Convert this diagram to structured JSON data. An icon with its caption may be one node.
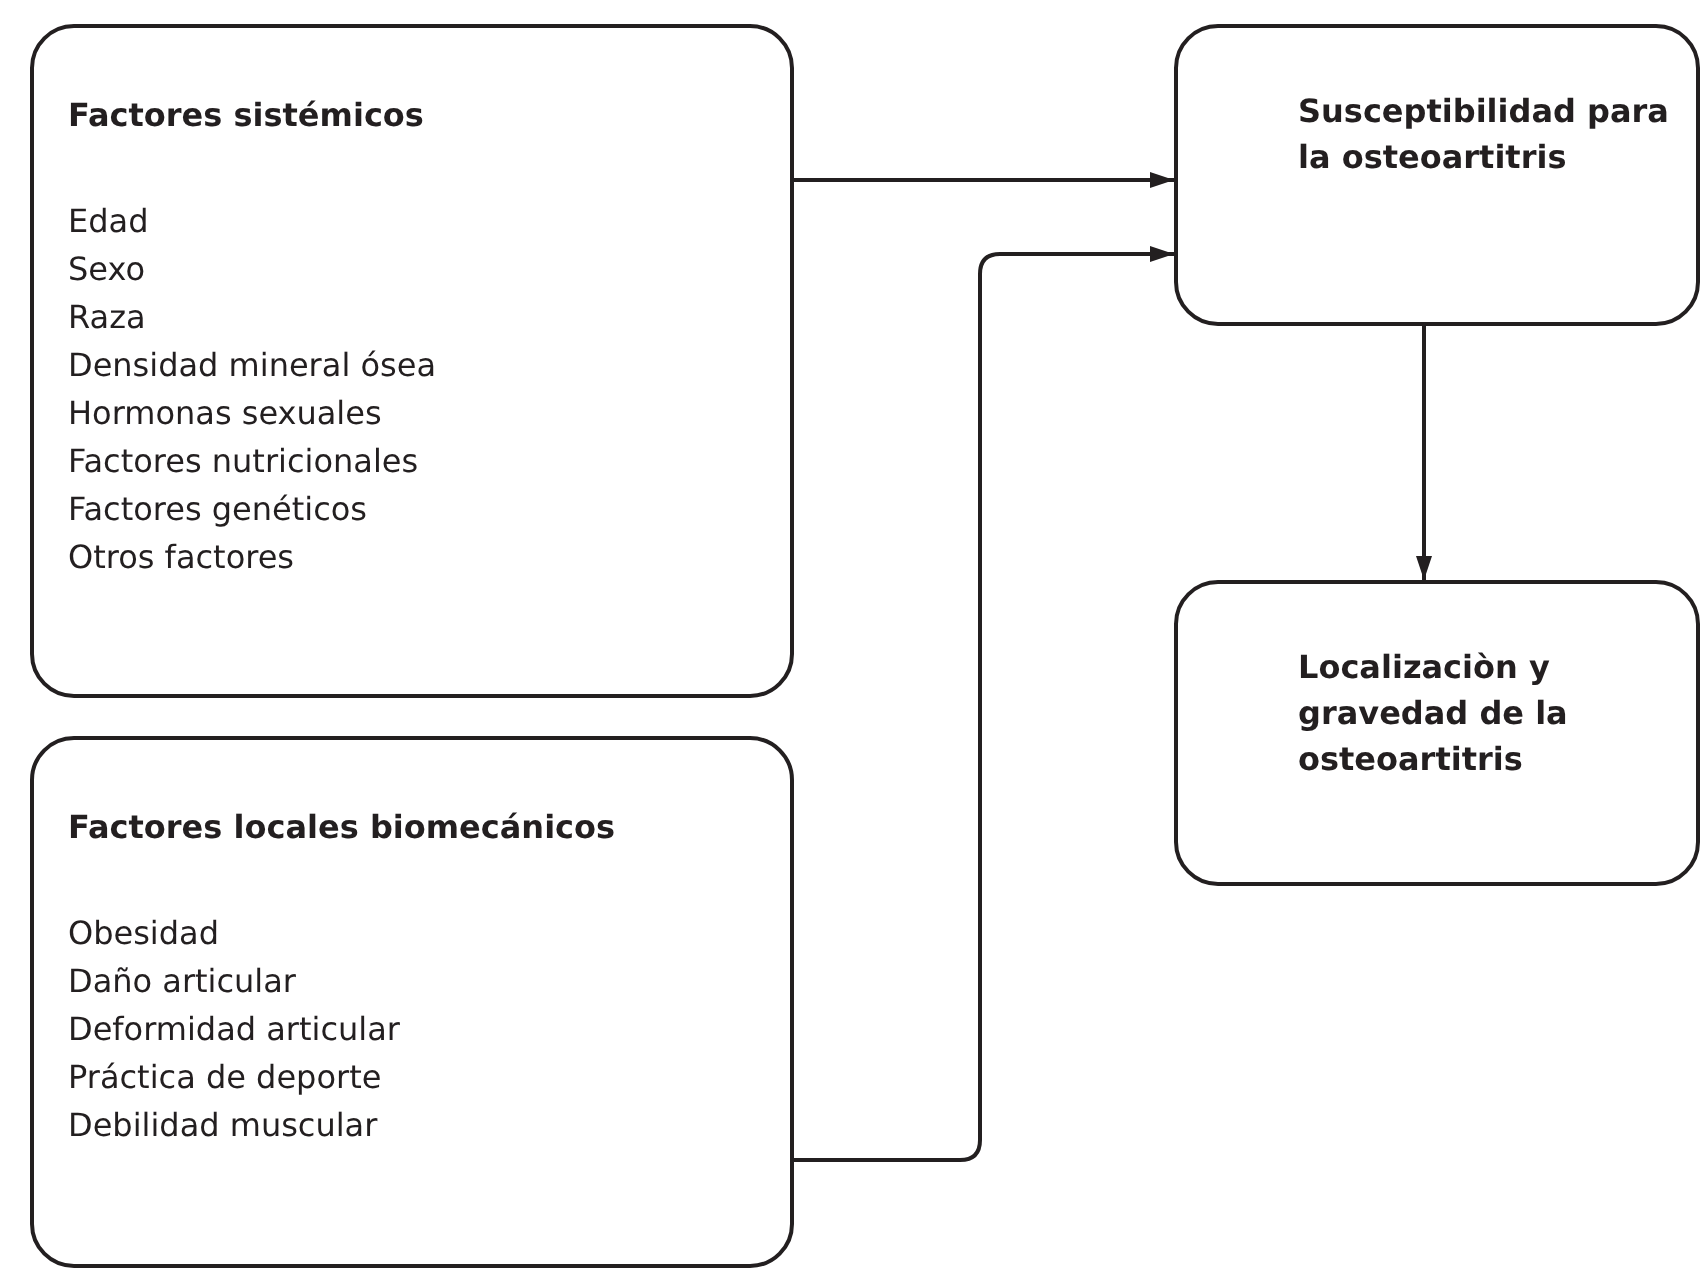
{
  "diagram": {
    "nodes": [
      {
        "text": [
          "Factores sistémicos",
          "Edad",
          "Sexo",
          "Raza",
          "Densidad mineral ósea",
          "Hormonas sexuales",
          "Factores nutricionales",
          "Factores genéticos",
          "Otros factores"
        ]
      },
      {
        "text": [
          "Factores locales biomecánicos",
          "Obesidad",
          "Daño articular",
          "Deformidad articular",
          "Práctica de deporte",
          "Debilidad muscular"
        ]
      },
      {
        "text": [
          "Susceptibilidad para la osteoartitris"
        ]
      },
      {
        "text": [
          "Localizaciòn y gravedad de la osteoartitris"
        ]
      }
    ],
    "edges": [
      {
        "from": 0,
        "to": 2,
        "arrow": "to"
      },
      {
        "from": 1,
        "to": 2,
        "arrow": "to"
      },
      {
        "from": 2,
        "to": 3,
        "arrow": "to"
      }
    ]
  }
}
